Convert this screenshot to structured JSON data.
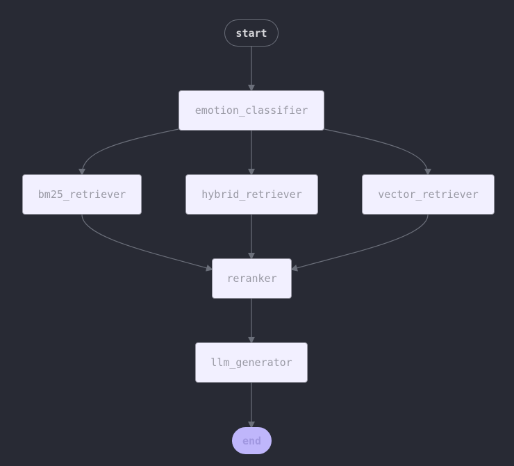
{
  "diagram": {
    "nodes": [
      {
        "id": "start",
        "label": "start",
        "kind": "start"
      },
      {
        "id": "emotion_classifier",
        "label": "emotion_classifier",
        "kind": "step"
      },
      {
        "id": "bm25_retriever",
        "label": "bm25_retriever",
        "kind": "step"
      },
      {
        "id": "hybrid_retriever",
        "label": "hybrid_retriever",
        "kind": "step"
      },
      {
        "id": "vector_retriever",
        "label": "vector_retriever",
        "kind": "step"
      },
      {
        "id": "reranker",
        "label": "reranker",
        "kind": "step"
      },
      {
        "id": "llm_generator",
        "label": "llm_generator",
        "kind": "step"
      },
      {
        "id": "end",
        "label": "end",
        "kind": "end"
      }
    ],
    "edges": [
      {
        "from": "start",
        "to": "emotion_classifier"
      },
      {
        "from": "emotion_classifier",
        "to": "bm25_retriever"
      },
      {
        "from": "emotion_classifier",
        "to": "hybrid_retriever"
      },
      {
        "from": "emotion_classifier",
        "to": "vector_retriever"
      },
      {
        "from": "bm25_retriever",
        "to": "reranker"
      },
      {
        "from": "hybrid_retriever",
        "to": "reranker"
      },
      {
        "from": "vector_retriever",
        "to": "reranker"
      },
      {
        "from": "reranker",
        "to": "llm_generator"
      },
      {
        "from": "llm_generator",
        "to": "end"
      }
    ]
  }
}
